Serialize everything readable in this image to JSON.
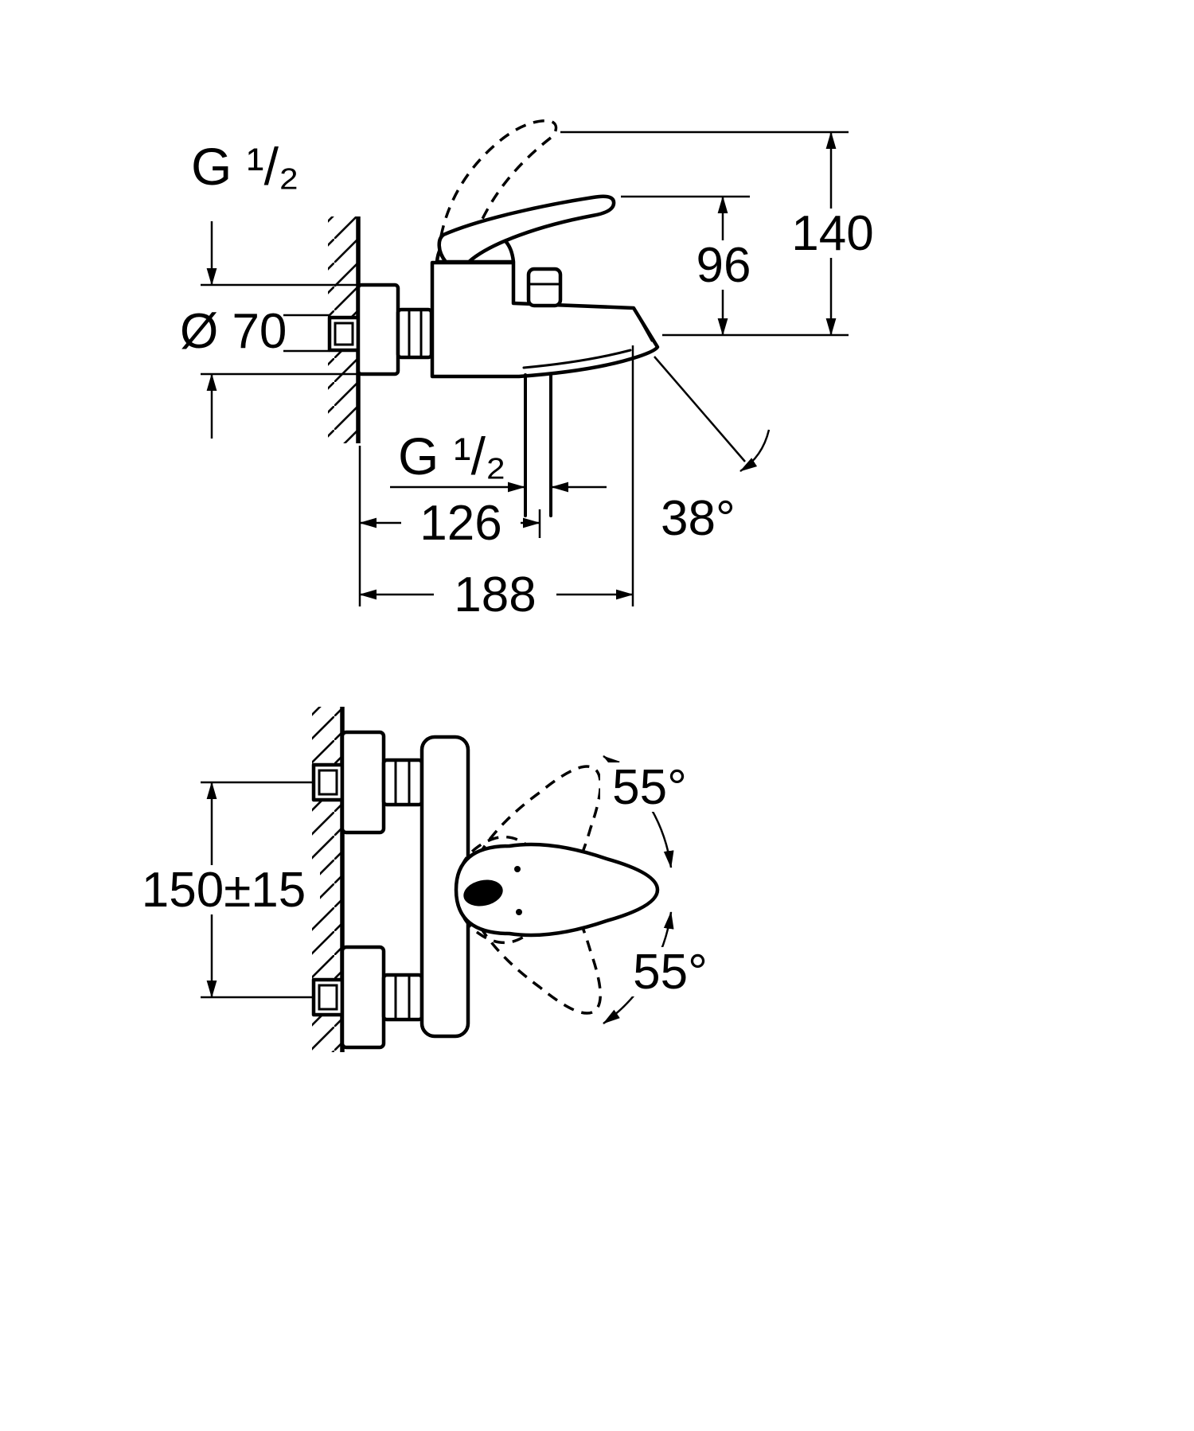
{
  "colors": {
    "line": "#000000",
    "background": "#ffffff"
  },
  "side_view": {
    "inlet_thread_label": "G ¹/₂",
    "rosette_diameter": "Ø 70",
    "handle_height": "96",
    "overall_height": "140",
    "shower_outlet_thread_label": "G ¹/₂",
    "wall_to_outlet_depth": "126",
    "spout_angle": "38°",
    "overall_depth": "188"
  },
  "front_view": {
    "connection_centers_distance": "150±15",
    "lever_swing_upper": "55°",
    "lever_swing_lower": "55°"
  }
}
